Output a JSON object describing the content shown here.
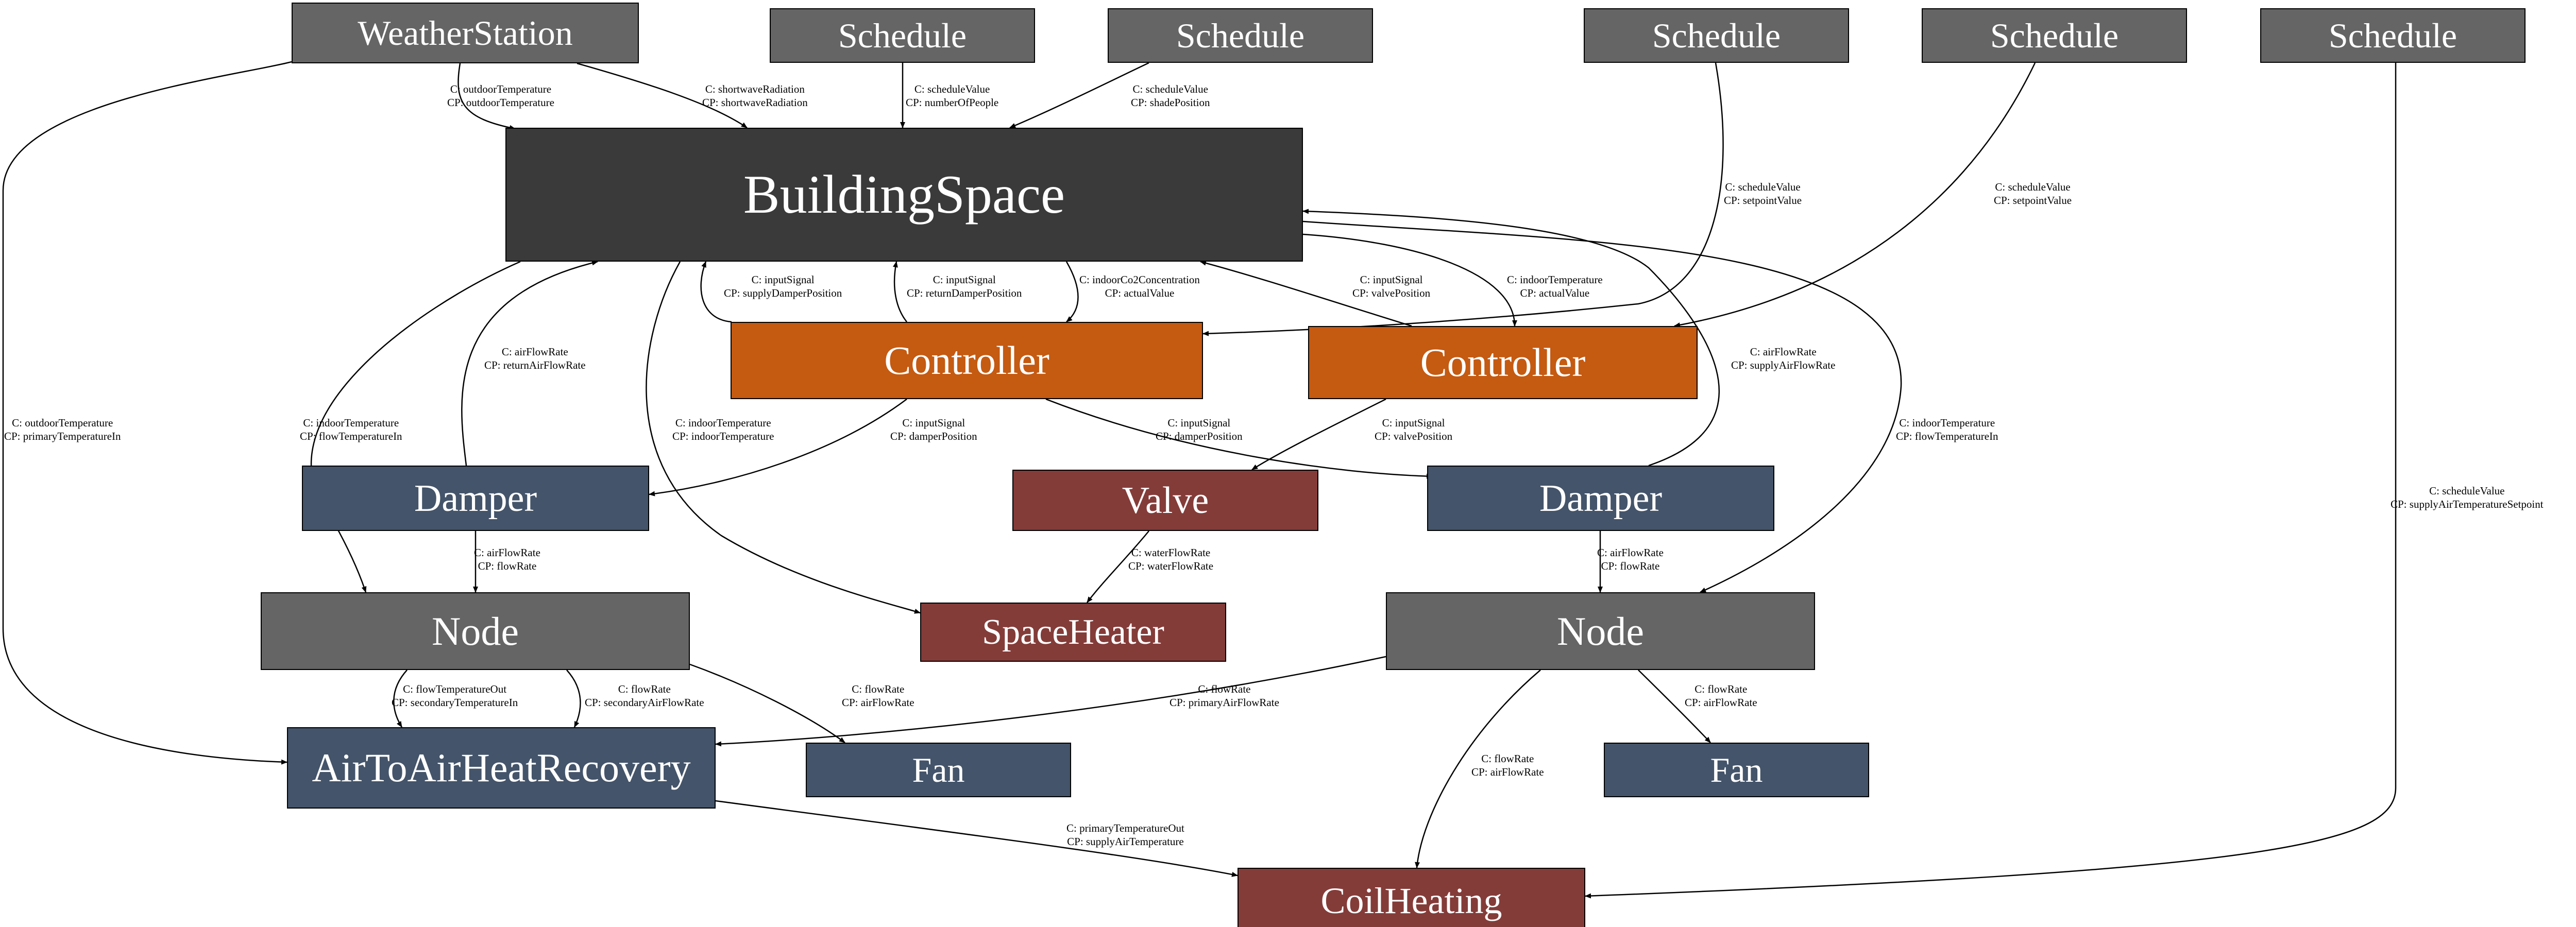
{
  "colors": {
    "component": "#656565",
    "space": "#3a3a3a",
    "controller": "#c55a11",
    "hydronic": "#843c39",
    "air": "#44546a",
    "edge": "#000000"
  },
  "nodes": {
    "weather_station": {
      "label": "WeatherStation",
      "color": "#656565"
    },
    "schedule_people": {
      "label": "Schedule",
      "color": "#656565"
    },
    "schedule_shade": {
      "label": "Schedule",
      "color": "#656565"
    },
    "schedule_setpoint_co2": {
      "label": "Schedule",
      "color": "#656565"
    },
    "schedule_setpoint_temp": {
      "label": "Schedule",
      "color": "#656565"
    },
    "schedule_supply_air": {
      "label": "Schedule",
      "color": "#656565"
    },
    "building_space": {
      "label": "BuildingSpace",
      "color": "#3a3a3a"
    },
    "controller_co2": {
      "label": "Controller",
      "color": "#c55a11"
    },
    "controller_temp": {
      "label": "Controller",
      "color": "#c55a11"
    },
    "damper_return": {
      "label": "Damper",
      "color": "#44546a"
    },
    "valve": {
      "label": "Valve",
      "color": "#843c39"
    },
    "damper_supply": {
      "label": "Damper",
      "color": "#44546a"
    },
    "node_return": {
      "label": "Node",
      "color": "#656565"
    },
    "space_heater": {
      "label": "SpaceHeater",
      "color": "#843c39"
    },
    "node_supply": {
      "label": "Node",
      "color": "#656565"
    },
    "heat_recovery": {
      "label": "AirToAirHeatRecovery",
      "color": "#44546a"
    },
    "fan_return": {
      "label": "Fan",
      "color": "#44546a"
    },
    "fan_supply": {
      "label": "Fan",
      "color": "#44546a"
    },
    "coil_heating": {
      "label": "CoilHeating",
      "color": "#843c39"
    }
  },
  "edges": [
    {
      "id": "ws_outdoor_temp_to_space",
      "from": "weather_station",
      "to": "building_space",
      "c": "C: outdoorTemperature",
      "cp": "CP: outdoorTemperature"
    },
    {
      "id": "ws_shortwave_to_space",
      "from": "weather_station",
      "to": "building_space",
      "c": "C: shortwaveRadiation",
      "cp": "CP: shortwaveRadiation"
    },
    {
      "id": "sched_people_to_space",
      "from": "schedule_people",
      "to": "building_space",
      "c": "C: scheduleValue",
      "cp": "CP: numberOfPeople"
    },
    {
      "id": "sched_shade_to_space",
      "from": "schedule_shade",
      "to": "building_space",
      "c": "C: scheduleValue",
      "cp": "CP: shadePosition"
    },
    {
      "id": "sched_setpoint_co2",
      "from": "schedule_setpoint_co2",
      "to": "controller_co2",
      "c": "C: scheduleValue",
      "cp": "CP: setpointValue"
    },
    {
      "id": "sched_setpoint_temp",
      "from": "schedule_setpoint_temp",
      "to": "controller_temp",
      "c": "C: scheduleValue",
      "cp": "CP: setpointValue"
    },
    {
      "id": "sched_supply_air_setpoint",
      "from": "schedule_supply_air",
      "to": "coil_heating",
      "c": "C: scheduleValue",
      "cp": "CP: supplyAirTemperatureSetpoint"
    },
    {
      "id": "ws_outdoor_to_hr",
      "from": "weather_station",
      "to": "heat_recovery",
      "c": "C: outdoorTemperature",
      "cp": "CP: primaryTemperatureIn"
    },
    {
      "id": "ctrl_supply_damper_pos",
      "from": "controller_co2",
      "to": "building_space",
      "c": "C: inputSignal",
      "cp": "CP: supplyDamperPosition"
    },
    {
      "id": "ctrl_return_damper_pos",
      "from": "controller_co2",
      "to": "building_space",
      "c": "C: inputSignal",
      "cp": "CP: returnDamperPosition"
    },
    {
      "id": "space_co2_to_ctrl",
      "from": "building_space",
      "to": "controller_co2",
      "c": "C: indoorCo2Concentration",
      "cp": "CP: actualValue"
    },
    {
      "id": "ctrl_valve_pos_to_space",
      "from": "controller_temp",
      "to": "building_space",
      "c": "C: inputSignal",
      "cp": "CP: valvePosition"
    },
    {
      "id": "space_temp_to_ctrl",
      "from": "building_space",
      "to": "controller_temp",
      "c": "C: indoorTemperature",
      "cp": "CP: actualValue"
    },
    {
      "id": "damper_return_flow_to_space",
      "from": "damper_return",
      "to": "building_space",
      "c": "C: airFlowRate",
      "cp": "CP: returnAirFlowRate"
    },
    {
      "id": "damper_supply_flow_to_space",
      "from": "damper_supply",
      "to": "building_space",
      "c": "C: airFlowRate",
      "cp": "CP: supplyAirFlowRate"
    },
    {
      "id": "space_temp_to_node_return",
      "from": "building_space",
      "to": "node_return",
      "c": "C: indoorTemperature",
      "cp": "CP: flowTemperatureIn"
    },
    {
      "id": "space_temp_to_space_heater",
      "from": "building_space",
      "to": "space_heater",
      "c": "C: indoorTemperature",
      "cp": "CP: indoorTemperature"
    },
    {
      "id": "space_temp_to_node_supply",
      "from": "building_space",
      "to": "node_supply",
      "c": "C: indoorTemperature",
      "cp": "CP: flowTemperatureIn"
    },
    {
      "id": "ctrl_to_damper_return",
      "from": "controller_co2",
      "to": "damper_return",
      "c": "C: inputSignal",
      "cp": "CP: damperPosition"
    },
    {
      "id": "ctrl_to_damper_supply",
      "from": "controller_co2",
      "to": "damper_supply",
      "c": "C: inputSignal",
      "cp": "CP: damperPosition"
    },
    {
      "id": "ctrl_to_valve",
      "from": "controller_temp",
      "to": "valve",
      "c": "C: inputSignal",
      "cp": "CP: valvePosition"
    },
    {
      "id": "damper_return_to_node",
      "from": "damper_return",
      "to": "node_return",
      "c": "C: airFlowRate",
      "cp": "CP: flowRate"
    },
    {
      "id": "valve_to_space_heater",
      "from": "valve",
      "to": "space_heater",
      "c": "C: waterFlowRate",
      "cp": "CP: waterFlowRate"
    },
    {
      "id": "damper_supply_to_node",
      "from": "damper_supply",
      "to": "node_supply",
      "c": "C: airFlowRate",
      "cp": "CP: flowRate"
    },
    {
      "id": "node_return_temp_to_hr",
      "from": "node_return",
      "to": "heat_recovery",
      "c": "C: flowTemperatureOut",
      "cp": "CP: secondaryTemperatureIn"
    },
    {
      "id": "node_return_flow_to_hr",
      "from": "node_return",
      "to": "heat_recovery",
      "c": "C: flowRate",
      "cp": "CP: secondaryAirFlowRate"
    },
    {
      "id": "node_return_to_fan",
      "from": "node_return",
      "to": "fan_return",
      "c": "C: flowRate",
      "cp": "CP: airFlowRate"
    },
    {
      "id": "node_supply_to_hr",
      "from": "node_supply",
      "to": "heat_recovery",
      "c": "C: flowRate",
      "cp": "CP: primaryAirFlowRate"
    },
    {
      "id": "node_supply_to_fan",
      "from": "node_supply",
      "to": "fan_supply",
      "c": "C: flowRate",
      "cp": "CP: airFlowRate"
    },
    {
      "id": "node_supply_to_coil",
      "from": "node_supply",
      "to": "coil_heating",
      "c": "C: flowRate",
      "cp": "CP: airFlowRate"
    },
    {
      "id": "hr_to_coil",
      "from": "heat_recovery",
      "to": "coil_heating",
      "c": "C: primaryTemperatureOut",
      "cp": "CP: supplyAirTemperature"
    }
  ]
}
